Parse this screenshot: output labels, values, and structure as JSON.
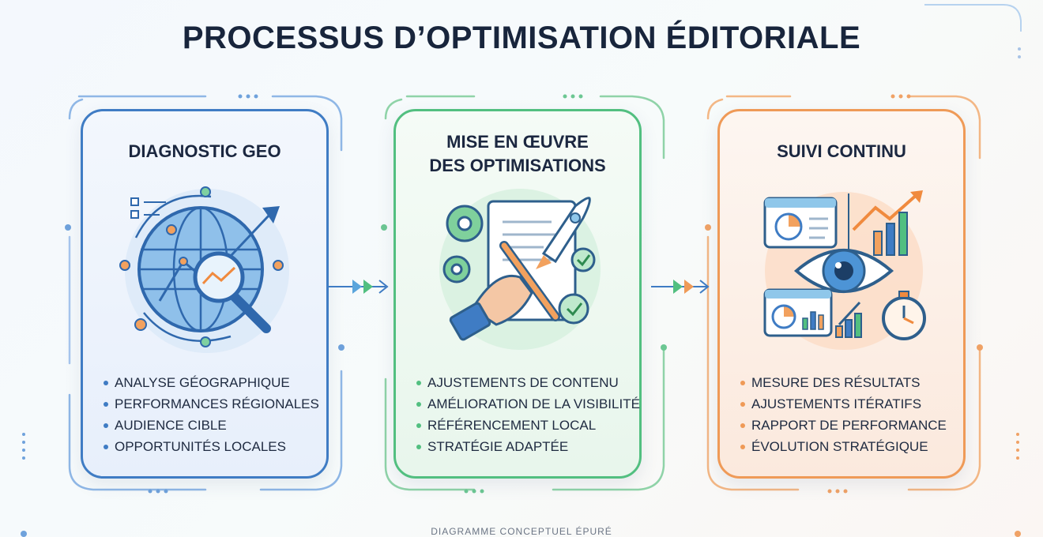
{
  "title": "PROCESSUS D’OPTIMISATION ÉDITORIALE",
  "footer": "DIAGRAMME CONCEPTUEL ÉPURÉ",
  "colors": {
    "blue": "#3f7cc4",
    "green": "#52bf80",
    "orange": "#ef9a57",
    "dark": "#18253c"
  },
  "steps": [
    {
      "title": "DIAGNOSTIC GEO",
      "icon": "globe-magnifier-icon",
      "bullets": [
        "ANALYSE GÉOGRAPHIQUE",
        "PERFORMANCES RÉGIONALES",
        "AUDIENCE CIBLE",
        "OPPORTUNITÉS LOCALES"
      ]
    },
    {
      "title_line1": "MISE EN ŒUVRE",
      "title_line2": "DES OPTIMISATIONS",
      "icon": "document-pen-rocket-icon",
      "bullets": [
        "AJUSTEMENTS DE CONTENU",
        "AMÉLIORATION DE LA VISIBILITÉ",
        "RÉFÉRENCEMENT LOCAL",
        "STRATÉGIE ADAPTÉE"
      ]
    },
    {
      "title": "SUIVI CONTINU",
      "icon": "eye-dashboard-icon",
      "bullets": [
        "MESURE DES RÉSULTATS",
        "AJUSTEMENTS ITÉRATIFS",
        "RAPPORT DE PERFORMANCE",
        "ÉVOLUTION STRATÉGIQUE"
      ]
    }
  ]
}
